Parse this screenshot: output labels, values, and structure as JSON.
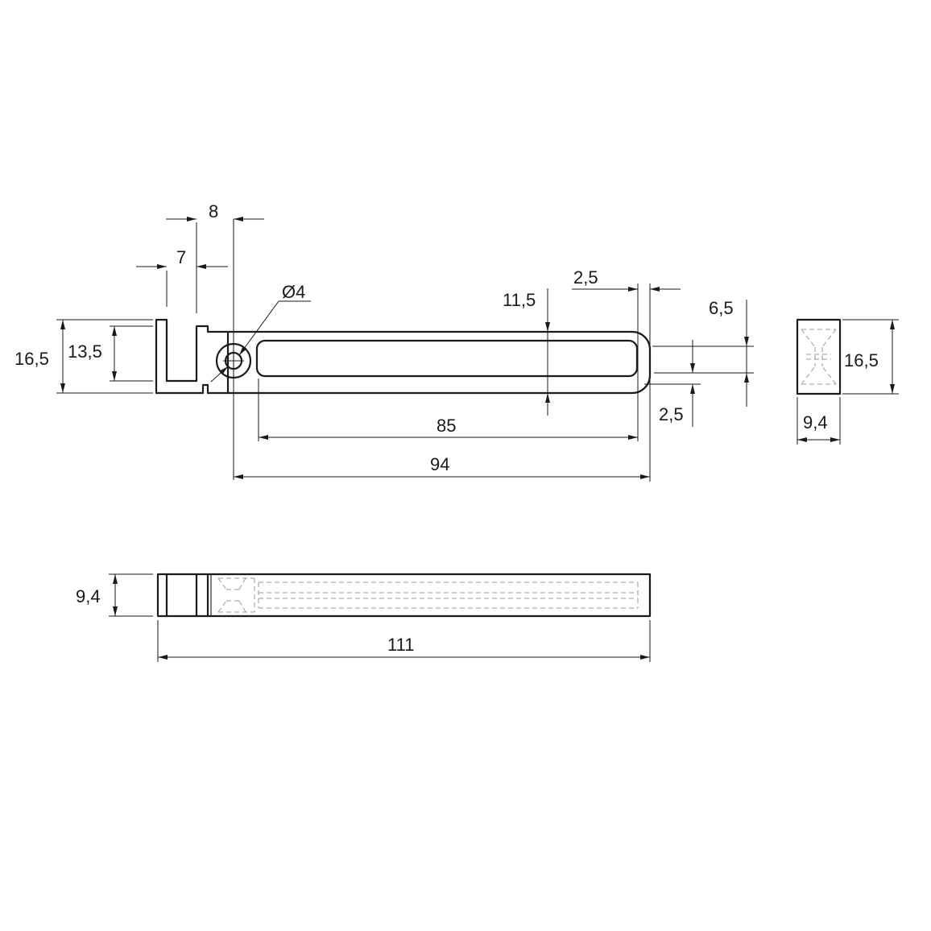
{
  "dimensions": {
    "d8": "8",
    "d7": "7",
    "d4": "Ø4",
    "d11_5": "11,5",
    "d2_5_top": "2,5",
    "d6_5": "6,5",
    "d16_5_left": "16,5",
    "d13_5": "13,5",
    "d85": "85",
    "d94": "94",
    "d2_5_right": "2,5",
    "d16_5_side": "16,5",
    "d9_4_side": "9,4",
    "d9_4_bottom": "9,4",
    "d111": "111"
  },
  "colors": {
    "line": "#1a1a1a",
    "hidden": "#9a9a9a",
    "background": "#ffffff"
  }
}
